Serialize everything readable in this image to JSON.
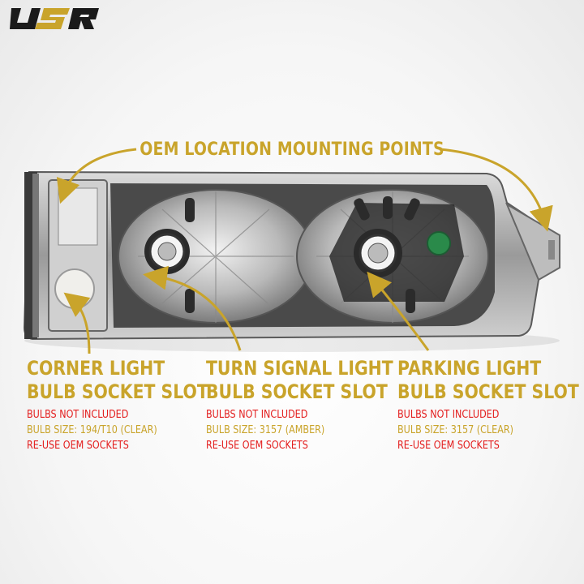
{
  "brand": {
    "logo_text": "USR",
    "colors": {
      "gold": "#c9a42b",
      "red": "#e31d1d",
      "logo_dark": "#1a1a1a"
    }
  },
  "headline": "OEM LOCATION MOUNTING POINTS",
  "sections": [
    {
      "title_line1": "CORNER LIGHT",
      "title_line2": "BULB SOCKET SLOT",
      "note1": "BULBS NOT INCLUDED",
      "note2": "BULB SIZE: 194/T10 (CLEAR)",
      "note3": "RE-USE OEM SOCKETS"
    },
    {
      "title_line1": "TURN SIGNAL LIGHT",
      "title_line2": "BULB SOCKET SLOT",
      "note1": "BULBS NOT INCLUDED",
      "note2": "BULB SIZE: 3157 (AMBER)",
      "note3": "RE-USE OEM SOCKETS"
    },
    {
      "title_line1": "PARKING LIGHT",
      "title_line2": "BULB SOCKET SLOT",
      "note1": "BULBS NOT INCLUDED",
      "note2": "BULB SIZE: 3157 (CLEAR)",
      "note3": "RE-USE OEM SOCKETS"
    }
  ]
}
